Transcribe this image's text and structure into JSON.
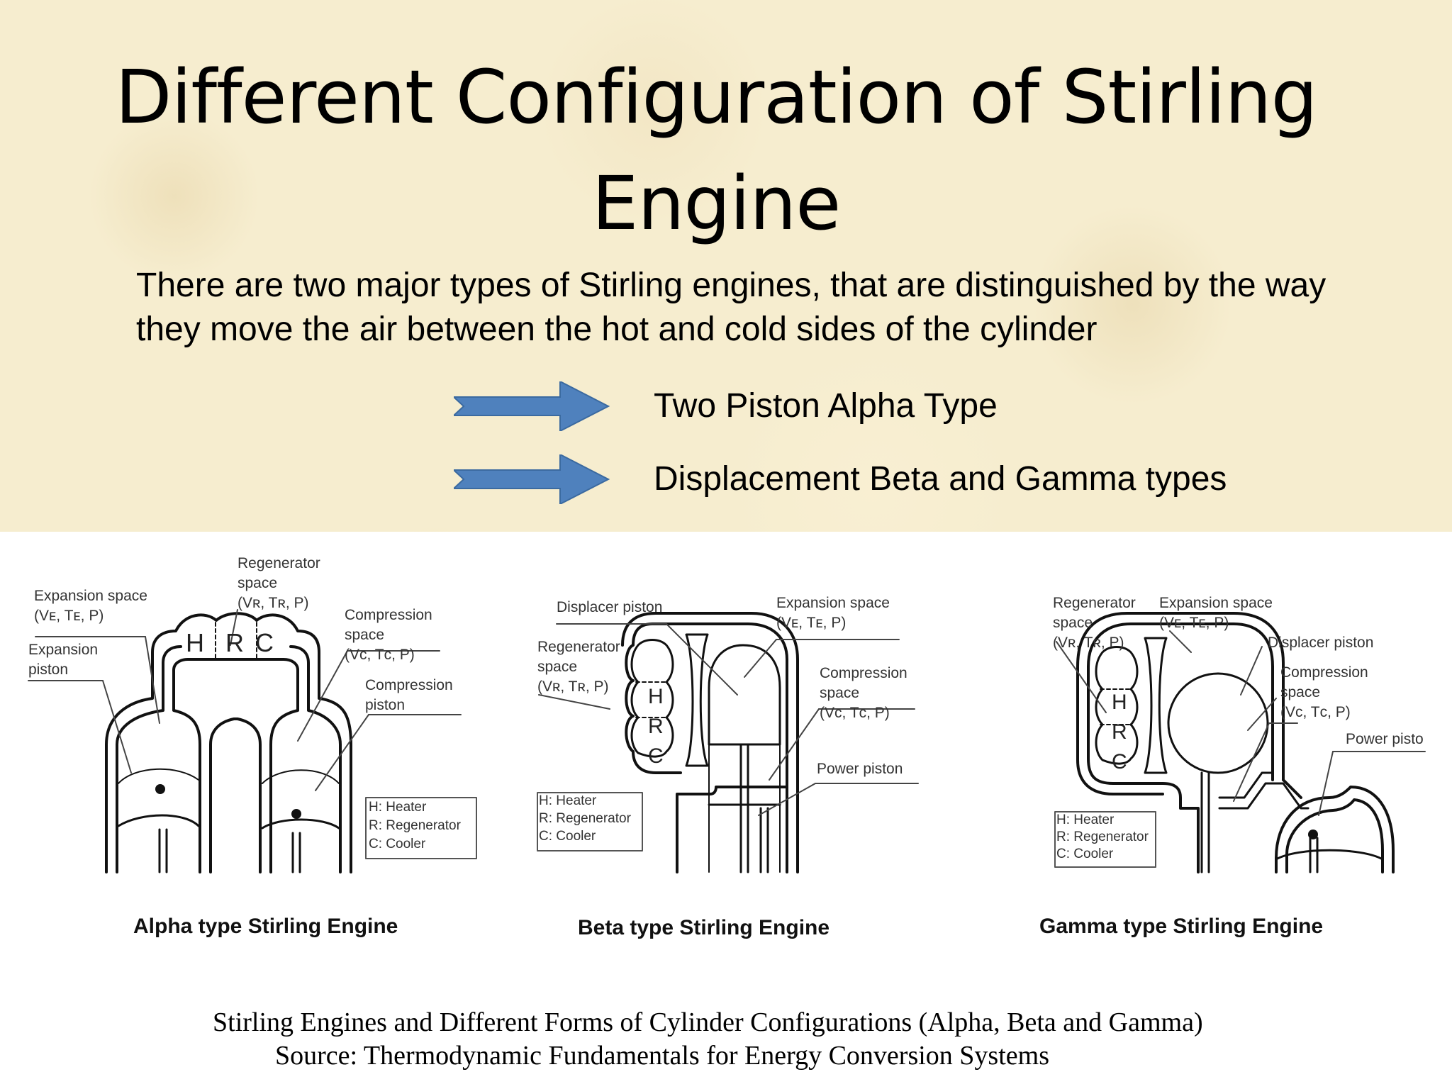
{
  "title": "Different Configuration of Stirling Engine",
  "intro": "There are two major types of Stirling engines, that are distinguished by the way they move the air between the hot and cold sides of the cylinder",
  "bullets": [
    {
      "text": "Two Piston Alpha Type"
    },
    {
      "text": "Displacement Beta and Gamma types"
    }
  ],
  "arrow_color": "#4f81bd",
  "diagrams": {
    "alpha": {
      "caption": "Alpha type Stirling Engine",
      "labels": [
        "Regenerator",
        "space",
        "(Vʀ, Tʀ, P)",
        "Expansion space",
        "(Vᴇ, Tᴇ, P)",
        "Expansion",
        "piston",
        "Compression",
        "space",
        "(Vᴄ, Tᴄ, P)",
        "Compression",
        "piston"
      ],
      "legend": [
        "H: Heater",
        "R: Regenerator",
        "C: Cooler"
      ],
      "letters": [
        "H",
        "R",
        "C"
      ]
    },
    "beta": {
      "caption": "Beta type Stirling Engine",
      "labels": [
        "Displacer piston",
        "Expansion space",
        "(Vᴇ, Tᴇ, P)",
        "Regenerator",
        "space",
        "(Vʀ, Tʀ, P)",
        "Compression",
        "space",
        "(Vᴄ, Tᴄ, P)",
        "Power piston"
      ],
      "legend": [
        "H: Heater",
        "R: Regenerator",
        "C: Cooler"
      ],
      "letters": [
        "H",
        "R",
        "C"
      ]
    },
    "gamma": {
      "caption": "Gamma type Stirling Engine",
      "labels": [
        "Regenerator",
        "space",
        "(Vʀ, Tʀ, P)",
        "Expansion space",
        "(Vᴇ, Tᴇ, P)",
        "Displacer piston",
        "Compression",
        "space",
        "(Vᴄ, Tᴄ, P)",
        "Power pisto"
      ],
      "legend": [
        "H: Heater",
        "R: Regenerator",
        "C: Cooler"
      ],
      "letters": [
        "H",
        "R",
        "C"
      ]
    }
  },
  "source_line1": "Stirling Engines and Different Forms of Cylinder Configurations (Alpha, Beta and Gamma)",
  "source_line2": "Source: Thermodynamic Fundamentals for Energy Conversion Systems"
}
